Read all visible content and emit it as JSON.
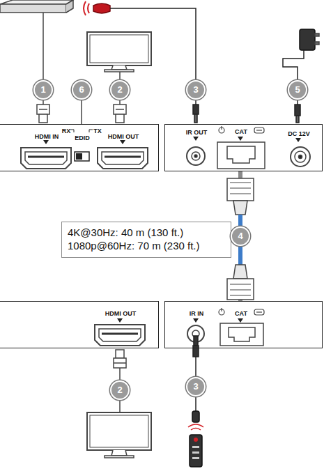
{
  "diagram": {
    "nodes": [
      {
        "text": [
          "HDMI IN",
          "RX",
          "EDID",
          "TX",
          "HDMI OUT"
        ]
      },
      {
        "text": [
          "IR OUT",
          "CAT",
          "DC 12V"
        ]
      },
      {
        "text": [
          "4K@30Hz: 40 m (130 ft.)",
          "1080p@60Hz: 70 m (230 ft.)"
        ]
      },
      {
        "text": [
          "HDMI OUT"
        ]
      },
      {
        "text": [
          "IR IN",
          "CAT"
        ]
      }
    ],
    "edges": [
      {
        "from": 1,
        "to": 4,
        "arrow": "none",
        "label": "4"
      }
    ],
    "labels": [
      "1",
      "6",
      "2",
      "3",
      "5",
      "2",
      "3"
    ]
  }
}
